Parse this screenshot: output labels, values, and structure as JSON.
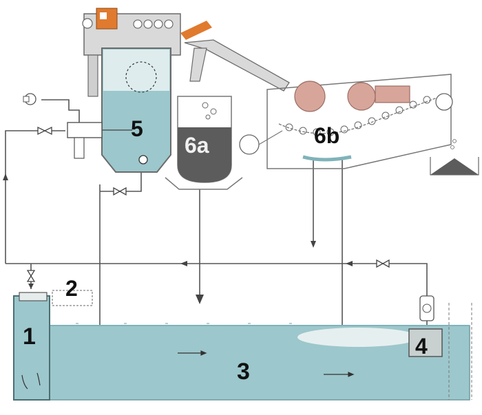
{
  "labels": {
    "l1": "1",
    "l2": "2",
    "l3": "3",
    "l4": "4",
    "l5": "5",
    "l6a": "6a",
    "l6b": "6b"
  },
  "colors": {
    "water": "#9cc7cc",
    "water_dark": "#7fb3b9",
    "line": "#555555",
    "machine": "#d9d9d9",
    "machine_stroke": "#6b6b6b",
    "accent_orange": "#e07a2e",
    "roller_pink": "#d8a59a",
    "sludge_dark": "#5c5c5c"
  }
}
